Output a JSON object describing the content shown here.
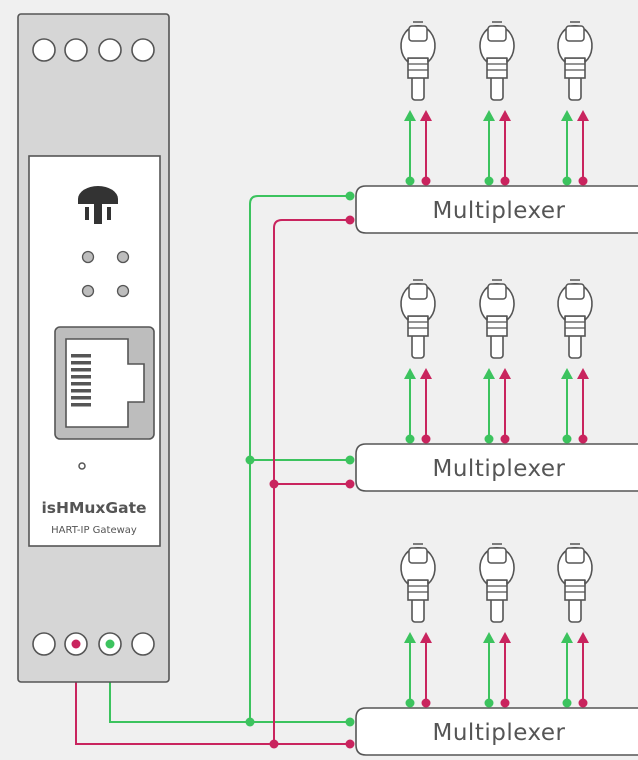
{
  "device": {
    "name": "isHMuxGate",
    "subtitle": "HART-IP Gateway",
    "logo_icon": "tower-shield-logo-icon",
    "port_icon": "rj45-ethernet-port-icon"
  },
  "multiplexers": [
    {
      "label": "Multiplexer"
    },
    {
      "label": "Multiplexer"
    },
    {
      "label": "Multiplexer"
    }
  ],
  "transmitters_per_multiplexer": 3,
  "transmitter_icon": "pressure-transmitter-icon",
  "colors": {
    "background": "#f0f0f0",
    "housing": "#d6d6d6",
    "outline": "#555555",
    "panel": "#ffffff",
    "port": "#bdbdbd",
    "green": "#3cc35e",
    "red": "#c9245e"
  }
}
